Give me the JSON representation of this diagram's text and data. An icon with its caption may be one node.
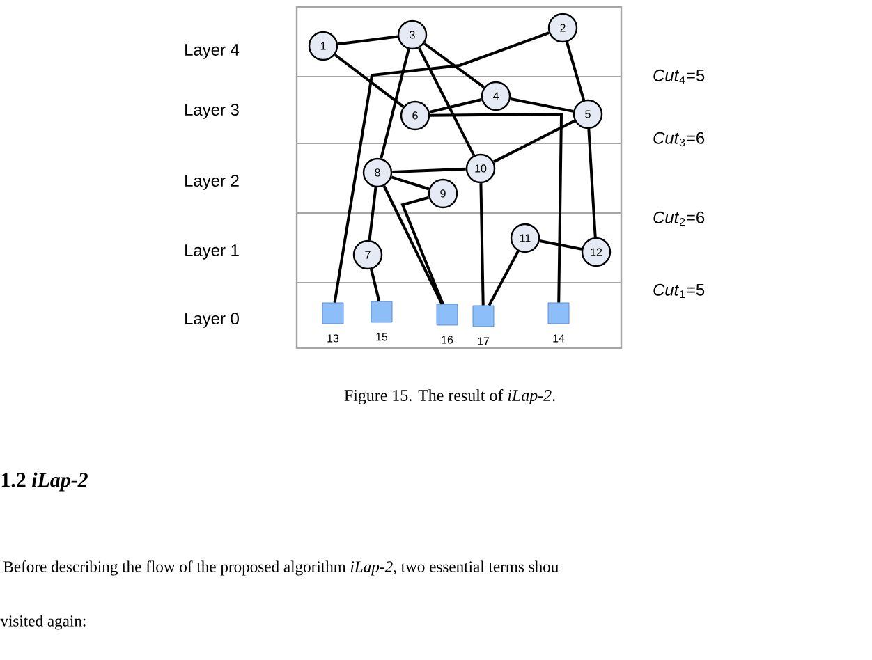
{
  "diagram": {
    "caption": "Figure 15. The result of *iLap-2*.",
    "nodes": [
      {
        "text": [
          "1"
        ]
      },
      {
        "text": [
          "2"
        ]
      },
      {
        "text": [
          "3"
        ]
      },
      {
        "text": [
          "4"
        ]
      },
      {
        "text": [
          "5"
        ]
      },
      {
        "text": [
          "6"
        ]
      },
      {
        "text": [
          "7"
        ]
      },
      {
        "text": [
          "8"
        ]
      },
      {
        "text": [
          "9"
        ]
      },
      {
        "text": [
          "10"
        ]
      },
      {
        "text": [
          "11"
        ]
      },
      {
        "text": [
          "12"
        ]
      },
      {
        "text": [],
        "shape": "box",
        "beside": [
          "13"
        ]
      },
      {
        "text": [],
        "shape": "box",
        "beside": [
          "14"
        ]
      },
      {
        "text": [],
        "shape": "box",
        "beside": [
          "15"
        ]
      },
      {
        "text": [],
        "shape": "box",
        "beside": [
          "16"
        ]
      },
      {
        "text": [],
        "shape": "box",
        "beside": [
          "17"
        ]
      }
    ],
    "edges": [
      {
        "from": 0,
        "to": 2,
        "arrow": "none"
      },
      {
        "from": 0,
        "to": 5,
        "arrow": "none"
      },
      {
        "from": 2,
        "to": 7,
        "arrow": "none"
      },
      {
        "from": 2,
        "to": 3,
        "arrow": "none"
      },
      {
        "from": 2,
        "to": 9,
        "arrow": "none"
      },
      {
        "from": 1,
        "to": 12,
        "arrow": "none"
      },
      {
        "from": 1,
        "to": 4,
        "arrow": "none"
      },
      {
        "from": 3,
        "to": 5,
        "arrow": "none"
      },
      {
        "from": 3,
        "to": 4,
        "arrow": "none"
      },
      {
        "from": 5,
        "to": 13,
        "arrow": "none"
      },
      {
        "from": 4,
        "to": 9,
        "arrow": "none"
      },
      {
        "from": 4,
        "to": 11,
        "arrow": "none"
      },
      {
        "from": 7,
        "to": 9,
        "arrow": "none"
      },
      {
        "from": 7,
        "to": 8,
        "arrow": "none"
      },
      {
        "from": 8,
        "to": 15,
        "arrow": "none"
      },
      {
        "from": 7,
        "to": 6,
        "arrow": "none"
      },
      {
        "from": 7,
        "to": 15,
        "arrow": "none"
      },
      {
        "from": 6,
        "to": 14,
        "arrow": "none"
      },
      {
        "from": 9,
        "to": 16,
        "arrow": "none"
      },
      {
        "from": 10,
        "to": 16,
        "arrow": "none"
      },
      {
        "from": 10,
        "to": 11,
        "arrow": "none"
      }
    ],
    "labels": [
      "Layer 4",
      "Layer 3",
      "Layer 2",
      "Layer 1",
      "Layer 0",
      "*Cut*$_{4}$=5",
      "*Cut*$_{3}$=6",
      "*Cut*$_{2}$=6",
      "*Cut*$_{1}$=5",
      "1.2 *iLap-2*",
      "Before describing the flow of the proposed algorithm *iLap-2*, two essential terms shou",
      "visited again:"
    ]
  }
}
